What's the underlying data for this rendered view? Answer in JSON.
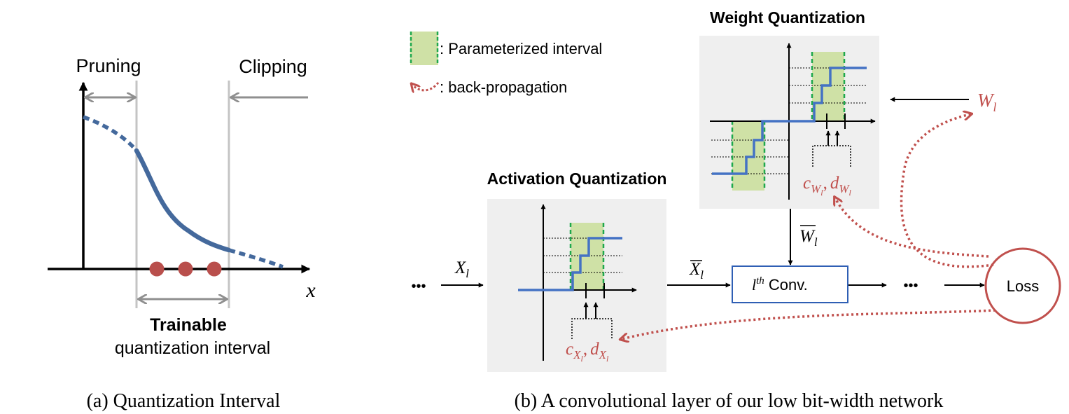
{
  "colors": {
    "curve_blue": "#44699c",
    "guide_gray": "#c4c4c4",
    "arrow_gray": "#8f8f8f",
    "dot_red": "#b94f4c",
    "bp_red": "#c0504d",
    "interval_fill": "#cfe1a6",
    "interval_edge": "#1fa84c",
    "panel_bg": "#efefef",
    "conv_border": "#2f5fb4"
  },
  "panel_a": {
    "label_pruning": "Pruning",
    "label_clipping": "Clipping",
    "axis_x": "x",
    "trainable_bold": "Trainable",
    "trainable_rest": "quantization interval",
    "caption": "(a) Quantization Interval"
  },
  "panel_b": {
    "legend_interval": ": Parameterized interval",
    "legend_backprop": ": back-propagation",
    "weight_title": "Weight Quantization",
    "activation_title": "Activation Quantization",
    "weight_input": {
      "base": "W",
      "sub": "l"
    },
    "weight_output": {
      "base": "W",
      "sub": "l"
    },
    "act_input": {
      "base": "X",
      "sub": "l"
    },
    "act_output": {
      "base": "X",
      "sub": "l"
    },
    "weight_params": {
      "c": "c",
      "d": "d",
      "sub_base": "W",
      "sub_sub": "l",
      "sep": ","
    },
    "act_params": {
      "c": "c",
      "d": "d",
      "sub_base": "X",
      "sub_sub": "l",
      "sep": ","
    },
    "conv": {
      "base": "l",
      "sup": "th",
      "rest": " Conv."
    },
    "ellipsis_left": "•••",
    "ellipsis_right": "•••",
    "loss": "Loss",
    "caption": "(b) A convolutional layer of our low bit-width network"
  }
}
